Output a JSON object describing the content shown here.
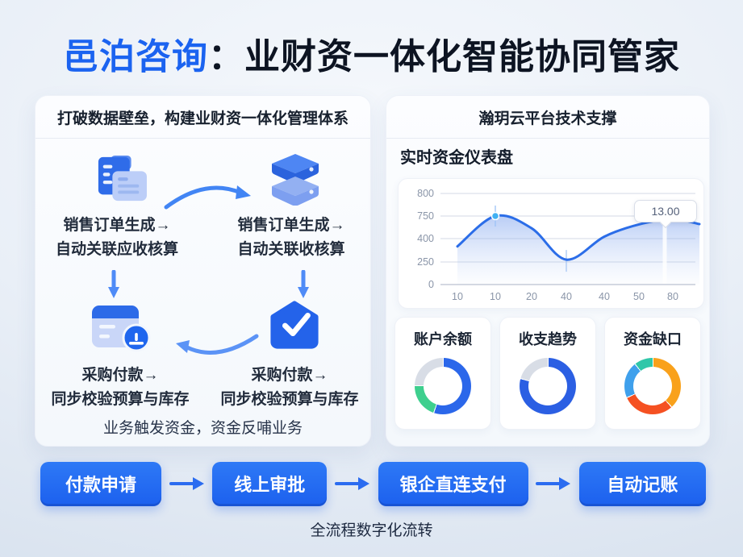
{
  "title": {
    "brand": "邑泊咨询",
    "rest": "：业财资一体化智能协同管家"
  },
  "colors": {
    "accent_blue": "#1b63f0",
    "button_blue": "#1d68f2",
    "line_blue": "#2b6de8",
    "donut_green": "#3ecf8e",
    "donut_gray": "#d8dde6",
    "donut_orange": "#f9a11b",
    "donut_red": "#f55122",
    "donut_teal": "#2fc7a9"
  },
  "left_panel": {
    "header": "打破数据壁垒，构建业财资一体化管理体系",
    "flow_items": [
      {
        "icon": "documents-icon",
        "line1": "销售订单生成→",
        "line2": "自动关联应收核算"
      },
      {
        "icon": "database-stack-icon",
        "line1": "销售订单生成→",
        "line2": "自动关联收核算"
      },
      {
        "icon": "payment-card-clock-icon",
        "line1": "采购付款→",
        "line2": "同步校验预算与库存"
      },
      {
        "icon": "warehouse-check-icon",
        "line1": "采购付款→",
        "line2": "同步校验预算与库存"
      }
    ],
    "caption": "业务触发资金，资金反哺业务"
  },
  "right_panel": {
    "header": "瀚玥云平台技术支撑",
    "dashboard_title": "实时资金仪表盘"
  },
  "chart_data": [
    {
      "type": "area",
      "title": "实时资金仪表盘",
      "y_ticks": [
        "800",
        "750",
        "400",
        "250",
        "0"
      ],
      "x_ticks": [
        "10",
        "10",
        "20",
        "40",
        "40",
        "50",
        "80"
      ],
      "values": [
        350,
        750,
        560,
        265,
        430,
        620,
        700
      ],
      "end_value": 625,
      "tooltip_label": "13.00",
      "line_color": "#2b6de8",
      "marker_color": "#41b1f2",
      "grid": "horizontal",
      "legend": "none"
    },
    {
      "type": "donut",
      "title": "账户余额",
      "segments": [
        {
          "color": "#2b67ea",
          "value": 55
        },
        {
          "color": "#3ecf8e",
          "value": 20
        },
        {
          "color": "#d8dde6",
          "value": 25
        }
      ]
    },
    {
      "type": "donut",
      "title": "收支趋势",
      "segments": [
        {
          "color": "#2b5fe3",
          "value": 79
        },
        {
          "color": "#d8dde6",
          "value": 21
        }
      ]
    },
    {
      "type": "donut",
      "title": "资金缺口",
      "segments": [
        {
          "color": "#f9a11b",
          "value": 38
        },
        {
          "color": "#f55122",
          "value": 30
        },
        {
          "color": "#3fa0ec",
          "value": 21
        },
        {
          "color": "#2fc7a9",
          "value": 11
        }
      ]
    }
  ],
  "process": {
    "steps": [
      "付款申请",
      "线上审批",
      "银企直连支付",
      "自动记账"
    ],
    "caption": "全流程数字化流转"
  }
}
